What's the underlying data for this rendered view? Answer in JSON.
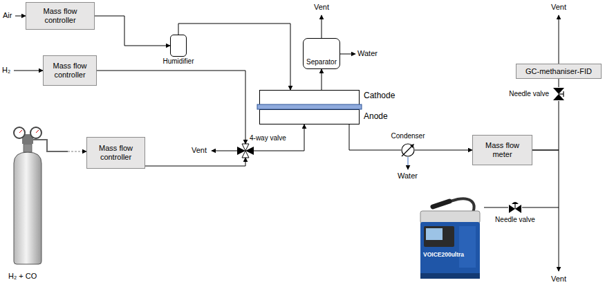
{
  "diagram": {
    "nodes": [
      {
        "text": [
          "Mass flow controller"
        ]
      },
      {
        "text": [
          "Separator"
        ]
      },
      {
        "text": [
          "GC-methaniser-FID"
        ]
      },
      {
        "text": [
          "Humidifier"
        ]
      },
      {
        "text": [
          "Mass flow controller"
        ]
      },
      {
        "text": [
          "Needle valve"
        ]
      },
      {
        "text": [
          "Cathode",
          "Anode"
        ]
      },
      {
        "text": [
          "Condenser"
        ]
      },
      {
        "text": [
          "4-way valve"
        ]
      },
      {
        "text": [
          "Mass flow controller"
        ]
      },
      {
        "text": [
          "Mass flow meter"
        ]
      },
      {
        "text": [
          "Needle valve"
        ]
      },
      {
        "text": [
          "VOICE200ultra"
        ]
      },
      {
        "text": [
          "H₂ + CO"
        ]
      }
    ],
    "edges": [
      {
        "from": 0,
        "to": 3,
        "arrow": "to"
      },
      {
        "from": 3,
        "to": 6,
        "arrow": "to"
      },
      {
        "from": 6,
        "to": 1,
        "arrow": "to"
      },
      {
        "from": 4,
        "to": 8,
        "arrow": "to"
      },
      {
        "from": 9,
        "to": 8,
        "arrow": "to"
      },
      {
        "from": 8,
        "to": 6,
        "arrow": "to"
      },
      {
        "from": 6,
        "to": 7,
        "arrow": "none"
      },
      {
        "from": 7,
        "to": 10,
        "arrow": "to"
      },
      {
        "from": 10,
        "to": 5,
        "arrow": "none"
      },
      {
        "from": 5,
        "to": 2,
        "arrow": "none"
      },
      {
        "from": 10,
        "to": 11,
        "arrow": "none"
      },
      {
        "from": 11,
        "to": 12,
        "arrow": "none"
      },
      {
        "from": 13,
        "to": 9,
        "arrow": "to"
      }
    ],
    "labels": [
      "Air",
      "H₂",
      "Vent",
      "Water",
      "Vent",
      "Vent",
      "Water",
      "Vent"
    ]
  }
}
